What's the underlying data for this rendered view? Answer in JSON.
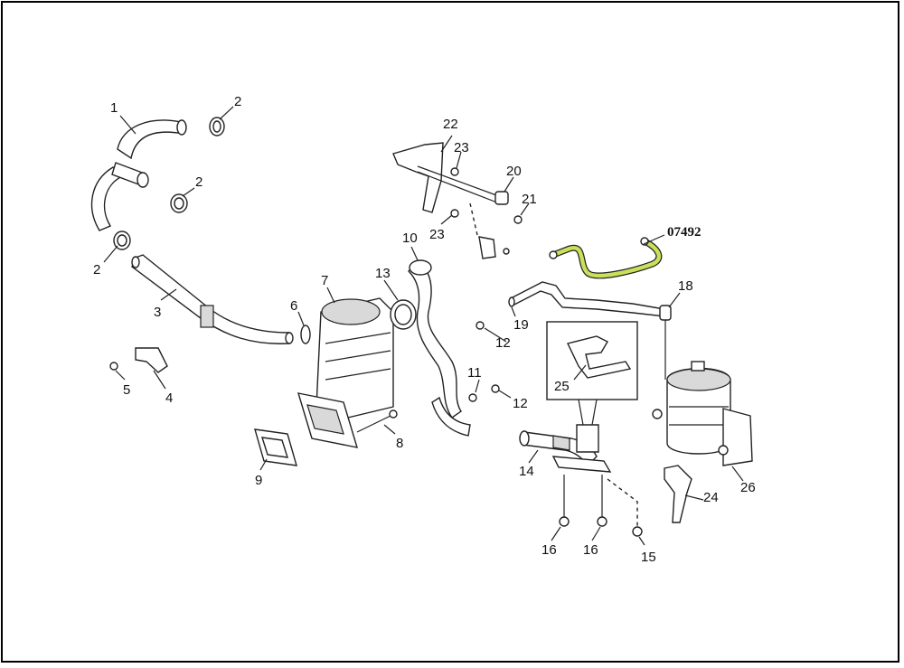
{
  "callouts": {
    "c1": "1",
    "c2a": "2",
    "c2b": "2",
    "c2c": "2",
    "c3": "3",
    "c4": "4",
    "c5": "5",
    "c6": "6",
    "c7": "7",
    "c8": "8",
    "c9": "9",
    "c10": "10",
    "c11": "11",
    "c12a": "12",
    "c12b": "12",
    "c13": "13",
    "c14": "14",
    "c15": "15",
    "c16a": "16",
    "c16b": "16",
    "c18": "18",
    "c19": "19",
    "c20": "20",
    "c21": "21",
    "c22": "22",
    "c23a": "23",
    "c23b": "23",
    "c24": "24",
    "c25": "25",
    "c26": "26"
  },
  "reference_code": "07492",
  "highlight_color": "#c8e05a",
  "frame_color": "#000000"
}
